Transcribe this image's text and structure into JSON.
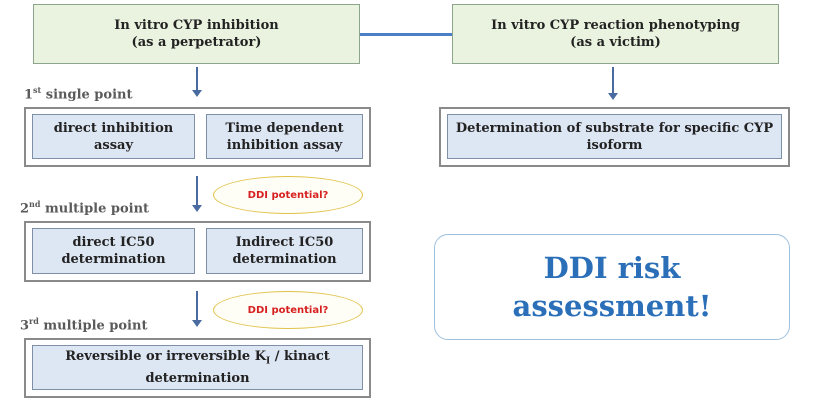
{
  "inhibition": {
    "title_line1": "In vitro CYP inhibition",
    "title_line2": "(as a perpetrator)"
  },
  "phenotyping": {
    "title_line1": "In vitro CYP reaction phenotyping",
    "title_line2": "(as a victim)",
    "substrate_line1": "Determination of substrate for specific CYP",
    "substrate_line2": "isoform"
  },
  "steps": {
    "step1_num": "1",
    "step1_sup": "st",
    "step1_text": " single point",
    "step2_num": "2",
    "step2_sup": "nd",
    "step2_text": " multiple point",
    "step3_num": "3",
    "step3_sup": "rd",
    "step3_text": " multiple point"
  },
  "assays": {
    "direct_line1": "direct inhibition",
    "direct_line2": "assay",
    "tdi_line1": "Time dependent",
    "tdi_line2": "inhibition assay",
    "direct_ic50_line1": "direct IC50",
    "direct_ic50_line2": "determination",
    "indirect_ic50_line1": "Indirect IC50",
    "indirect_ic50_line2": "determination",
    "ki_prefix": "Reversible or irreversible K",
    "ki_sub": "I",
    "ki_suffix": " / kinact",
    "ki_line2": "determination"
  },
  "ddi_potential_1": "DDI potential?",
  "ddi_potential_2": "DDI potential?",
  "risk": {
    "line1": "DDI risk",
    "line2": "assessment!"
  },
  "colors": {
    "title_box": "#eaf3df",
    "assay_box": "#dde6f3",
    "arrow": "#4a6ba0",
    "ddi_text": "#d72020",
    "risk_text": "#2a6fb8"
  }
}
